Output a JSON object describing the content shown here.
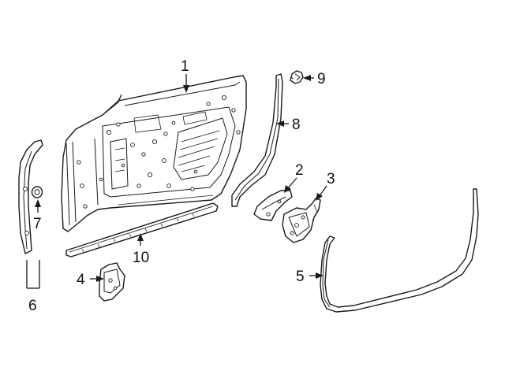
{
  "callouts": {
    "c1": "1",
    "c2": "2",
    "c3": "3",
    "c4": "4",
    "c5": "5",
    "c6": "6",
    "c7": "7",
    "c8": "8",
    "c9": "9",
    "c10": "10"
  },
  "colors": {
    "line": "#1a1a1a",
    "background": "#ffffff"
  }
}
